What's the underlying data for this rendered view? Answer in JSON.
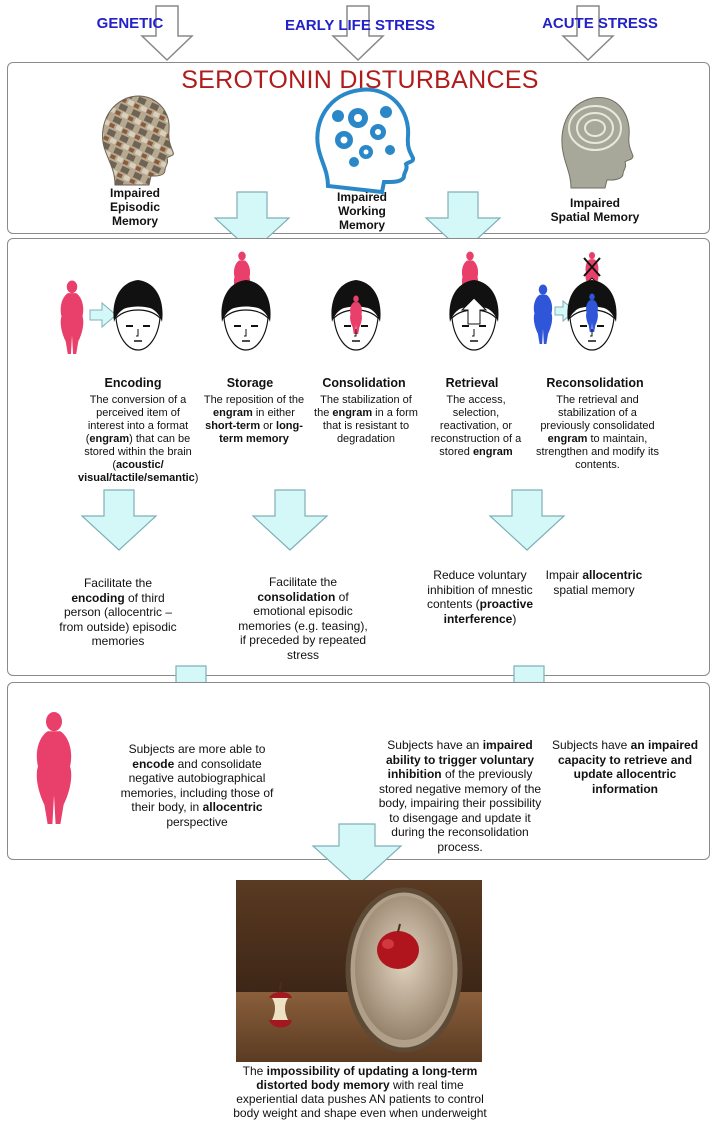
{
  "factors": [
    "GENETIC",
    "EARLY LIFE STRESS",
    "ACUTE STRESS"
  ],
  "title": "SEROTONIN DISTURBANCES",
  "heads": [
    {
      "label": "Impaired\nEpisodic\nMemory"
    },
    {
      "label": "Impaired\nWorking\nMemory"
    },
    {
      "label": "Impaired\nSpatial Memory"
    }
  ],
  "stages": [
    {
      "name": "Encoding",
      "desc": "The conversion of a perceived item of interest into a format (<b>engram</b>) that can be stored within the brain (<b>acoustic/ visual/tactile/semantic</b>)"
    },
    {
      "name": "Storage",
      "desc": "The reposition of the <b>engram</b> in either <b>short-term</b> or <b>long-term memory</b>"
    },
    {
      "name": "Consolidation",
      "desc": "The stabilization of the <b>engram</b> in a form that is resistant to degradation"
    },
    {
      "name": "Retrieval",
      "desc": "The access, selection, reactivation, or reconstruction of a stored <b>engram</b>"
    },
    {
      "name": "Reconsolidation",
      "desc": "The retrieval and stabilization of a previously consolidated <b>engram</b> to maintain, strengthen and modify its contents."
    }
  ],
  "effects": [
    "Facilitate the <b>encoding</b> of third person (allocentric – from outside) episodic memories",
    "Facilitate the <b>consolidation</b> of emotional episodic memories (e.g. teasing), if preceded by repeated stress",
    "Reduce voluntary inhibition of mnestic contents (<b>proactive interference</b>)",
    "Impair <b>allocentric</b> spatial memory"
  ],
  "conclusions": [
    "Subjects are more able to <b>encode</b> and consolidate negative autobiographical memories, including those of their body, in <b>allocentric</b> perspective",
    "Subjects have an <b>impaired ability to trigger voluntary inhibition</b> of the previously stored negative memory of the body, impairing their possibility to disengage and update it during the reconsolidation process.",
    "Subjects have <b>an impaired capacity to retrieve and update allocentric information</b>"
  ],
  "caption": "The <b>impossibility of updating a long-term distorted body memory</b> with real time experiential data pushes AN patients to control body weight and shape even when underweight",
  "colors": {
    "factor_text": "#2222c8",
    "title_text": "#b01c1c",
    "arrow_fill": "#d4f8f8",
    "arrow_stroke": "#7fb0b8",
    "figure_pink": "#e8406a",
    "figure_blue": "#2f55d8"
  }
}
